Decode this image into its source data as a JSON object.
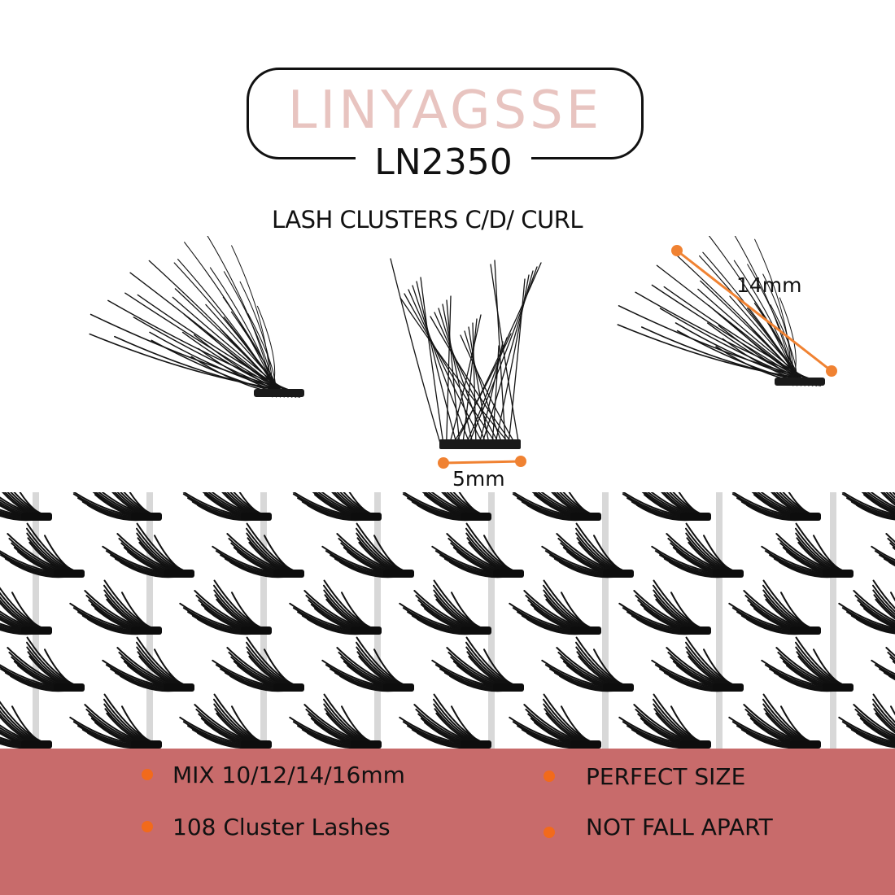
{
  "brand": {
    "name": "LINYAGSSE",
    "model": "LN2350",
    "name_color": "#e8c4c0"
  },
  "product": {
    "subtitle": "LASH CLUSTERS C/D/ CURL"
  },
  "dimensions": {
    "length_label": "14mm",
    "width_label": "5mm",
    "marker_color": "#f08232"
  },
  "features": [
    {
      "text": "MIX 10/12/14/16mm"
    },
    {
      "text": "108 Cluster Lashes"
    },
    {
      "text": "PERFECT SIZE"
    },
    {
      "text": "NOT FALL APART"
    }
  ],
  "colors": {
    "panel": "#c86b6b",
    "bullet": "#f26a1b",
    "text": "#111111"
  }
}
